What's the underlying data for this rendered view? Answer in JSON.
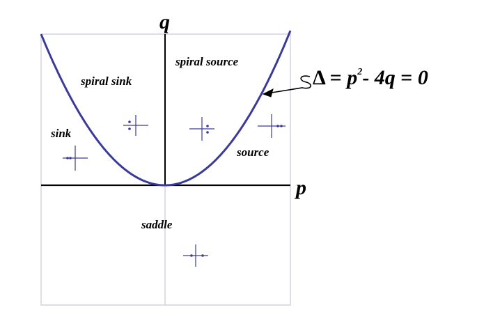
{
  "axes": {
    "horizontal_label": "p",
    "vertical_label": "q"
  },
  "curve_equation": {
    "delta": "Δ",
    "equals1": " = ",
    "p": "p",
    "exponent": "2",
    "minus": "- ",
    "four_q": "4q",
    "equals2": " = ",
    "zero": "0"
  },
  "regions": {
    "spiral_sink": "spiral sink",
    "spiral_source": "spiral source",
    "sink": "sink",
    "source": "source",
    "saddle": "saddle"
  },
  "colors": {
    "curve": "#3a3a9a",
    "axis": "#000000",
    "frame": "#c8c8dc",
    "phase_icon": "#3a3a9a",
    "text": "#000000"
  },
  "phase_icons": [
    {
      "region": "spiral sink",
      "eigen_marks": "two dots above and below the horizontal line, left of vertical line"
    },
    {
      "region": "spiral source",
      "eigen_marks": "two dots above and below the horizontal line, right of vertical line"
    },
    {
      "region": "sink",
      "eigen_marks": "two dots on the horizontal line, left of vertical line"
    },
    {
      "region": "source",
      "eigen_marks": "two dots on the horizontal line, right of vertical line"
    },
    {
      "region": "saddle",
      "eigen_marks": "one dot on each side of the vertical line"
    }
  ]
}
